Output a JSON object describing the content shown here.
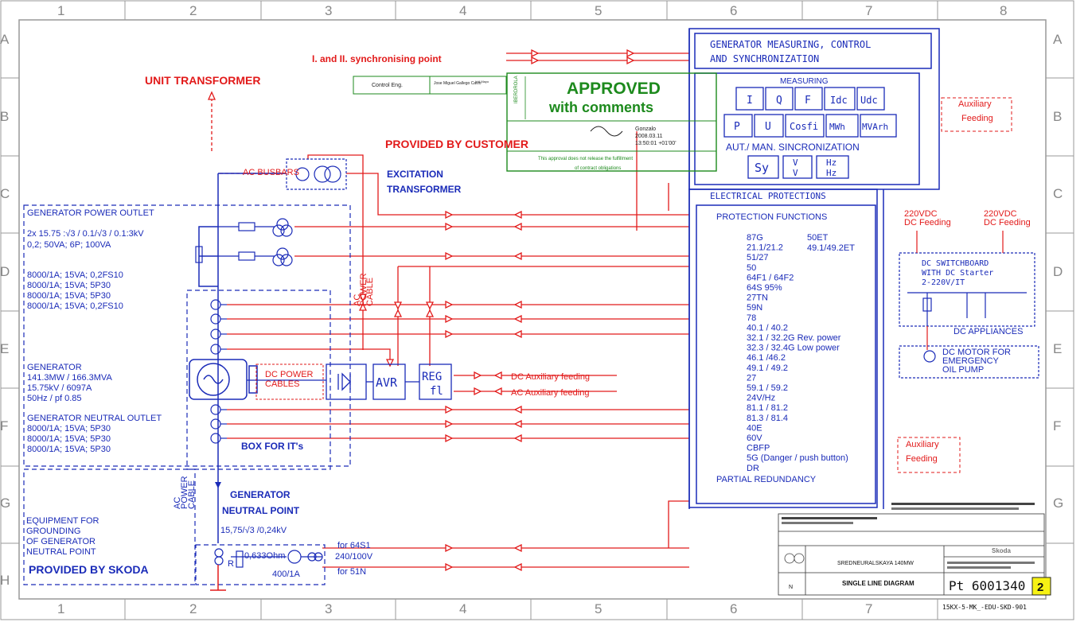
{
  "grid": {
    "columns": [
      "1",
      "2",
      "3",
      "4",
      "5",
      "6",
      "7",
      "8"
    ],
    "rows": [
      "A",
      "B",
      "C",
      "D",
      "E",
      "F",
      "G",
      "H"
    ]
  },
  "top_labels": {
    "unit_transformer": "UNIT TRANSFORMER",
    "sync_point": "I. and II. synchronising point",
    "provided_by_customer": "PROVIDED BY CUSTOMER",
    "ac_busbars": "AC BUSBARS",
    "excitation_transformer": [
      "EXCITATION",
      "TRANSFORMER"
    ]
  },
  "approval": {
    "dept": "Control Eng.",
    "names": "Jose Miguel Gallego Calvo",
    "small": "Lidi Mayo",
    "status": "APPROVED",
    "status2": "with comments",
    "company": "IBERDROLA",
    "signer": "Gonzalo",
    "date": "2008.03.11",
    "time": "13:50:01 +01'00'",
    "note1": "This approval does not release the fulfillment",
    "note2": "of contract obligations"
  },
  "left_panel": {
    "power_outlet_title": "GENERATOR POWER OUTLET",
    "power_outlet_lines": [
      "2x 15.75 :√3 / 0.1/√3 / 0.1:3kV",
      "0,2; 50VA; 6P; 100VA"
    ],
    "ct_lines": [
      "8000/1A; 15VA; 0,2FS10",
      "8000/1A; 15VA; 5P30",
      "8000/1A; 15VA; 5P30",
      "8000/1A; 15VA; 0,2FS10"
    ],
    "generator_lines": [
      "GENERATOR",
      "141.3MW / 166.3MVA",
      "15.75kV / 6097A",
      "50Hz / pf 0.85"
    ],
    "neutral_outlet_title": "GENERATOR NEUTRAL OUTLET",
    "neutral_ct_lines": [
      "8000/1A; 15VA; 5P30",
      "8000/1A; 15VA; 5P30",
      "8000/1A; 15VA; 5P30"
    ],
    "grounding_lines": [
      "EQUIPMENT FOR",
      "GROUNDING",
      "OF GENERATOR",
      "NEUTRAL POINT"
    ],
    "provided_by_skoda": "PROVIDED BY SKODA",
    "box_for_its": "BOX FOR IT's",
    "neutral_point": [
      "GENERATOR",
      "NEUTRAL POINT"
    ],
    "neutral_ratio": "15,75/√3 /0,24kV",
    "resistor": "0,633Ohm",
    "ct_400": "400/1A",
    "ac_power_cable": [
      "AC",
      "POWER",
      "CABLE"
    ],
    "ac_power_cable_v": [
      "AC",
      "POWER",
      "CABLE"
    ],
    "for_64s1": "for 64S1",
    "v_240": "240/100V",
    "for_51n": "for 51N",
    "r_label": "R"
  },
  "exciter": {
    "dc_power_cables": [
      "DC POWER",
      "CABLES"
    ],
    "avr": "AVR",
    "reg": "REG",
    "reg2": "fl",
    "dc_aux": "DC Auxiliary feeding",
    "ac_aux": "AC Auxiliary feeding"
  },
  "measuring_panel": {
    "title": [
      "GENERATOR MEASURING, CONTROL",
      "AND SYNCHRONIZATION"
    ],
    "measuring": "MEASURING",
    "row1": [
      "I",
      "Q",
      "F",
      "Idc",
      "Udc"
    ],
    "row2": [
      "P",
      "U",
      "Cosfi",
      "MWh",
      "MVArh"
    ],
    "sync_title": "AUT./ MAN. SINCRONIZATION",
    "sync": [
      "Sy",
      "V",
      "Hz"
    ],
    "sync_sub": [
      "",
      "V",
      "Hz"
    ],
    "aux_feeding": [
      "Auxiliary",
      "Feeding"
    ]
  },
  "protections": {
    "title": "ELECTRICAL PROTECTIONS",
    "subtitle": "PROTECTION FUNCTIONS",
    "col2": [
      "50ET",
      "49.1/49.2ET"
    ],
    "items": [
      "87G",
      "21.1/21.2",
      "51/27",
      "50",
      "64F1 / 64F2",
      "64S 95%",
      "27TN",
      "59N",
      "78",
      "40.1 / 40.2",
      "32.1 / 32.2G Rev. power",
      "32.3 / 32.4G Low power",
      "46.1 /46.2",
      "49.1 / 49.2",
      "27",
      "59.1 / 59.2",
      "24V/Hz",
      "81.1 / 81.2",
      "81.3 / 81.4",
      "40E",
      "60V",
      "CBFP",
      "5G (Danger / push button)",
      "DR"
    ],
    "partial": "PARTIAL REDUNDANCY"
  },
  "dc_section": {
    "feed1": [
      "220VDC",
      "DC Feeding"
    ],
    "feed2": [
      "220VDC",
      "DC Feeding"
    ],
    "switchboard": [
      "DC SWITCHBOARD",
      "WITH DC Starter",
      "2-220V/IT"
    ],
    "appliances": "DC APPLIANCES",
    "motor": [
      "DC MOTOR FOR",
      "EMERGENCY",
      "OIL PUMP"
    ],
    "aux_feeding": [
      "Auxiliary",
      "Feeding"
    ]
  },
  "title_block": {
    "project": "SREDNEURALSKAYA 140MW",
    "drawing": "SINGLE LINE DIAGRAM",
    "number": "Pt 6001340",
    "sheet": "2",
    "code": "15KX-5-MK_-EDU-SKD-901",
    "company": "Skoda",
    "n": "N"
  },
  "colors": {
    "blue": "#1a2bb8",
    "red": "#e21a1a",
    "green": "#1d8a1d",
    "grid": "#999999"
  }
}
